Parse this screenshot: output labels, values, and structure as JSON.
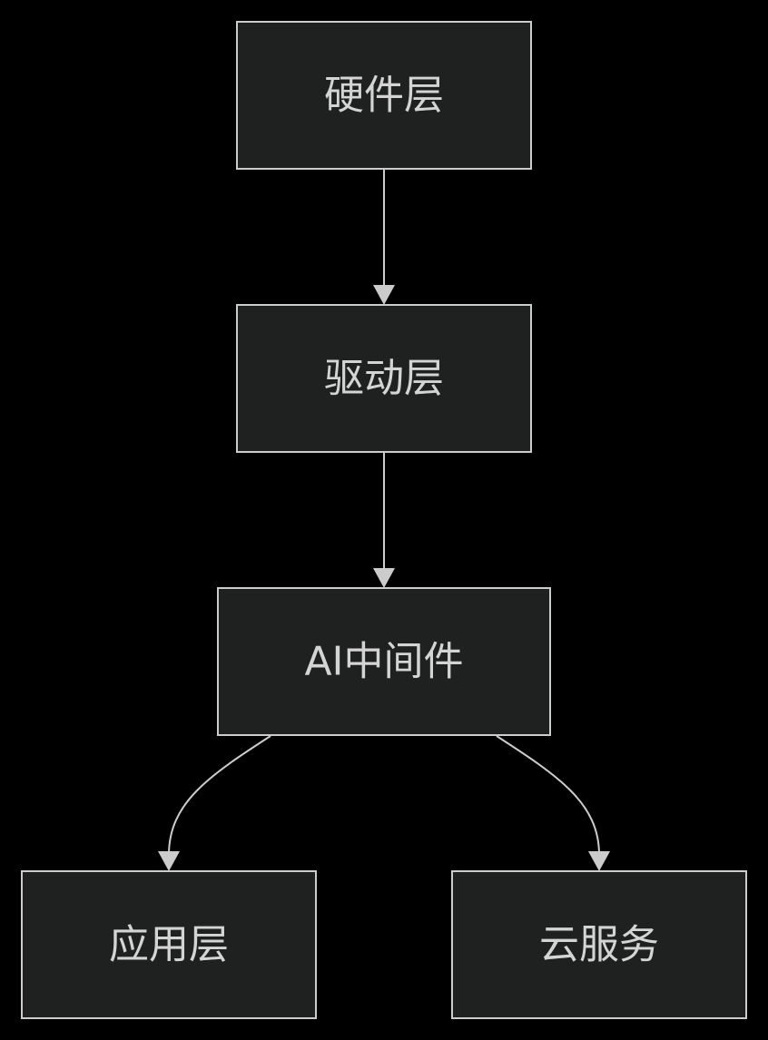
{
  "nodes": {
    "hardware": {
      "label": "硬件层"
    },
    "driver": {
      "label": "驱动层"
    },
    "ai_middleware": {
      "label": "AI中间件"
    },
    "application": {
      "label": "应用层"
    },
    "cloud": {
      "label": "云服务"
    }
  },
  "edges": [
    {
      "from": "hardware",
      "to": "driver"
    },
    {
      "from": "driver",
      "to": "ai_middleware"
    },
    {
      "from": "ai_middleware",
      "to": "application"
    },
    {
      "from": "ai_middleware",
      "to": "cloud"
    }
  ],
  "colors": {
    "background": "#000000",
    "node_fill": "#1f2020",
    "node_stroke": "#cccccc",
    "text": "#d4d4d4",
    "edge": "#cccccc"
  }
}
